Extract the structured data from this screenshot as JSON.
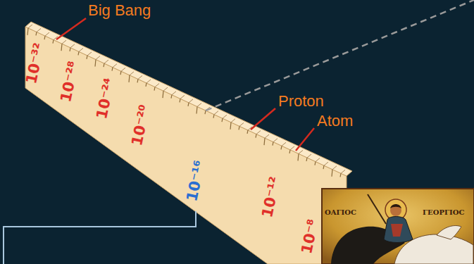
{
  "diagram": {
    "labels": [
      "Big Bang",
      "Proton",
      "Atom",
      "10⁻³²",
      "10⁻²⁸",
      "10⁻²⁴",
      "10⁻²⁰",
      "10⁻¹⁶",
      "10⁻¹²",
      "10⁻⁸",
      "ΟΑΓΙΟC",
      "ΓΕΟΡΓΙΟC"
    ]
  }
}
